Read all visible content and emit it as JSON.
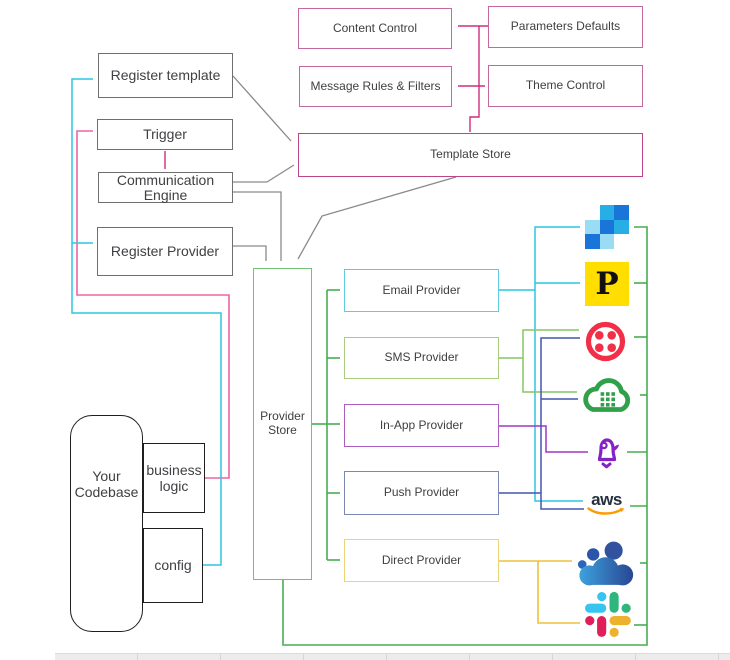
{
  "colors": {
    "text": "#3f4043",
    "gray_line": "#8a8a8a",
    "gray_border": "#6f6f6f",
    "black_border": "#1f1f1f",
    "pink_border": "#c4699f",
    "pink_strong_border": "#bc4489",
    "pink_strong": "#cf2b80",
    "pink_loop": "#ef64a3",
    "cyan": "#2ec5e4",
    "cyan_border": "#5fccdd",
    "green_loop": "#48ad52",
    "green_border": "#72c174",
    "sms_border": "#a9cc7f",
    "sms_line": "#86c566",
    "purple_border": "#ad5cc2",
    "purple_line": "#a136c4",
    "push_border": "#7d87b5",
    "blue_line": "#4257b2",
    "direct_border": "#e9d478",
    "yellow_line": "#efc13a",
    "sendgrid_pale": "#9adcf4",
    "sendgrid_bright": "#27aee4",
    "sendgrid_royal": "#1a75d9",
    "postmark_yellow": "#ffde00",
    "twilio_red": "#f22f46",
    "cloud_green": "#31a04a",
    "bell_purple": "#8323c6",
    "aws_dark": "#252f3e",
    "aws_orange": "#ff9900",
    "slack_blue": "#36c5f0",
    "slack_green": "#2eb67d",
    "slack_red": "#e01e5a",
    "slack_yellow": "#ecb22e",
    "teams_light": "#3ea6e0",
    "teams_dark": "#27418f",
    "teams_dot": "#2b66bc",
    "teams_head_small": "#2b55a8",
    "teams_head_big": "#32519f",
    "strip_bg": "#ececec"
  },
  "nodes": {
    "content_control": {
      "label": "Content Control"
    },
    "parameters_defaults": {
      "label": "Parameters Defaults"
    },
    "message_rules": {
      "label": "Message Rules & Filters"
    },
    "theme_control": {
      "label": "Theme Control"
    },
    "template_store": {
      "label": "Template Store"
    },
    "register_template": {
      "label": "Register template"
    },
    "trigger": {
      "label": "Trigger"
    },
    "communication_engine": {
      "label": "Communication Engine"
    },
    "register_provider": {
      "label": "Register Provider"
    },
    "provider_store": {
      "label": "Provider Store"
    },
    "email_provider": {
      "label": "Email Provider"
    },
    "sms_provider": {
      "label": "SMS Provider"
    },
    "inapp_provider": {
      "label": "In-App Provider"
    },
    "push_provider": {
      "label": "Push Provider"
    },
    "direct_provider": {
      "label": "Direct Provider"
    },
    "your_codebase": {
      "label": "Your Codebase"
    },
    "business_logic": {
      "label": "business logic"
    },
    "config": {
      "label": "config"
    }
  },
  "icons": {
    "sendgrid": {
      "name": "sendgrid"
    },
    "postmark": {
      "name": "postmark",
      "letter": "P"
    },
    "twilio": {
      "name": "twilio"
    },
    "sms_cloud": {
      "name": "sms-dialpad-cloud"
    },
    "notification_bell": {
      "name": "notification-bell"
    },
    "aws": {
      "name": "aws",
      "text": "aws"
    },
    "people_cloud": {
      "name": "people-cloud"
    },
    "slack": {
      "name": "slack"
    }
  },
  "edges": [
    {
      "from": "parameters_defaults",
      "to": "content_control",
      "color": "pink"
    },
    {
      "from": "theme_control",
      "to": "message_rules",
      "color": "pink",
      "bidirectional": true
    },
    {
      "from": "controls_junction",
      "to": "template_store",
      "color": "pink"
    },
    {
      "from": "register_template",
      "to": "template_store",
      "color": "gray"
    },
    {
      "from": "communication_engine",
      "to": "template_store",
      "color": "gray"
    },
    {
      "from": "communication_engine",
      "to": "provider_store",
      "color": "gray"
    },
    {
      "from": "register_provider",
      "to": "provider_store",
      "color": "gray"
    },
    {
      "from": "template_store",
      "to": "provider_store",
      "color": "gray"
    },
    {
      "from": "trigger",
      "to": "communication_engine",
      "color": "pink_strong"
    },
    {
      "from": "business_logic",
      "to": "trigger",
      "color": "pink_loop"
    },
    {
      "from": "config",
      "to": "register_template",
      "color": "cyan"
    },
    {
      "from": "config",
      "to": "register_provider",
      "color": "cyan"
    },
    {
      "from": "provider_store",
      "to": "email_provider",
      "color": "green"
    },
    {
      "from": "provider_store",
      "to": "sms_provider",
      "color": "green"
    },
    {
      "from": "provider_store",
      "to": "inapp_provider",
      "color": "green"
    },
    {
      "from": "provider_store",
      "to": "push_provider",
      "color": "green"
    },
    {
      "from": "provider_store",
      "to": "direct_provider",
      "color": "green"
    },
    {
      "from": "email_provider",
      "to": "sendgrid",
      "color": "cyan"
    },
    {
      "from": "email_provider",
      "to": "postmark",
      "color": "cyan"
    },
    {
      "from": "email_provider",
      "to": "aws",
      "color": "cyan"
    },
    {
      "from": "sms_provider",
      "to": "twilio",
      "color": "sms_green"
    },
    {
      "from": "sms_provider",
      "to": "sms_cloud",
      "color": "sms_green"
    },
    {
      "from": "inapp_provider",
      "to": "notification_bell",
      "color": "purple"
    },
    {
      "from": "push_provider",
      "to": "twilio",
      "color": "blue"
    },
    {
      "from": "push_provider",
      "to": "sms_cloud",
      "color": "blue"
    },
    {
      "from": "push_provider",
      "to": "aws",
      "color": "blue"
    },
    {
      "from": "direct_provider",
      "to": "people_cloud",
      "color": "yellow"
    },
    {
      "from": "direct_provider",
      "to": "slack",
      "color": "yellow"
    },
    {
      "from": "provider_store",
      "to": "all_provider_icons",
      "color": "green_loop"
    }
  ]
}
